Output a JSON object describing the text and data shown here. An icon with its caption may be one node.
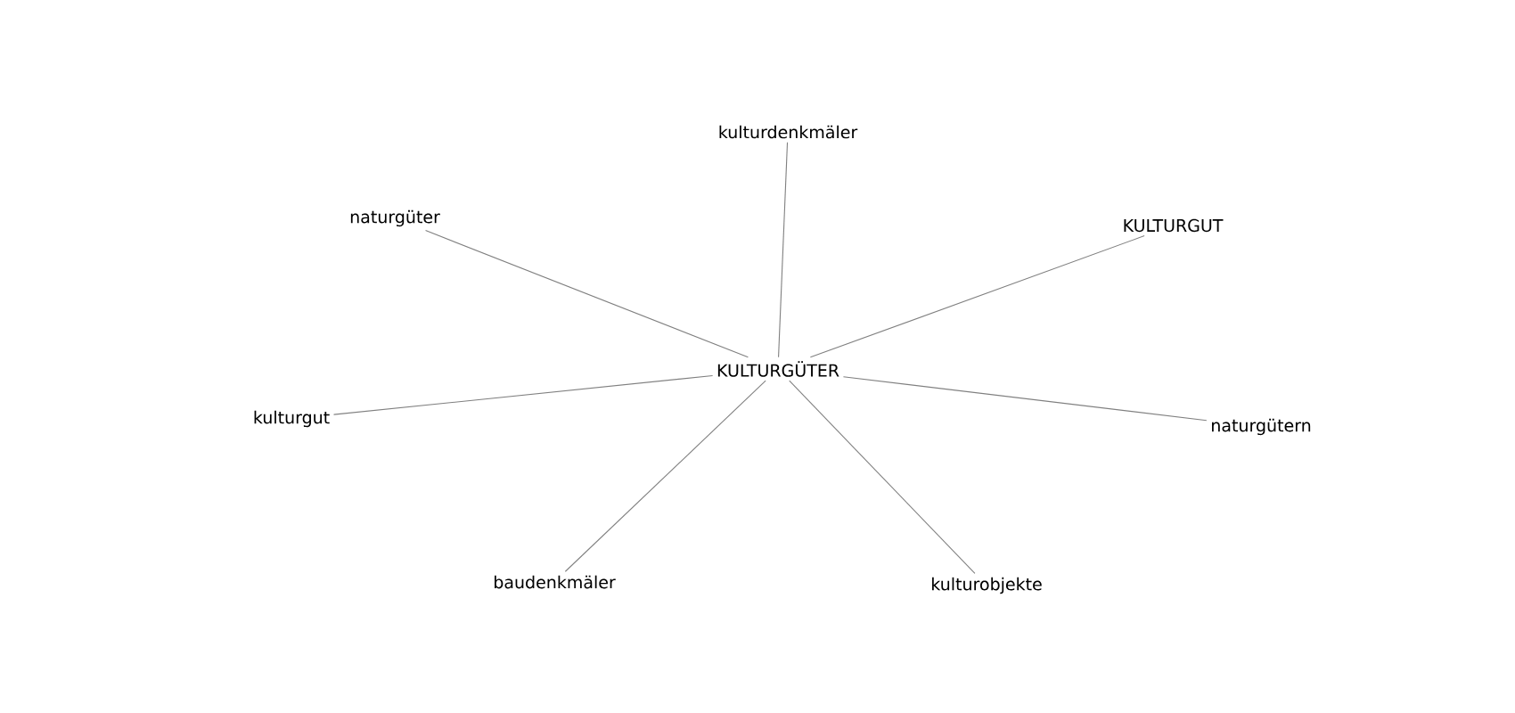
{
  "diagram": {
    "nodes": [
      {
        "text": [
          "kulturdenkmäler"
        ]
      },
      {
        "text": [
          "naturgüter"
        ]
      },
      {
        "text": [
          "KULTURGUT"
        ]
      },
      {
        "text": [
          "KULTURGÜTER"
        ]
      },
      {
        "text": [
          "kulturgut"
        ]
      },
      {
        "text": [
          "naturgütern"
        ]
      },
      {
        "text": [
          "baudenkmäler"
        ]
      },
      {
        "text": [
          "kulturobjekte"
        ]
      }
    ],
    "edges": [
      {
        "from": 3,
        "to": 0,
        "arrow": "none"
      },
      {
        "from": 3,
        "to": 1,
        "arrow": "none"
      },
      {
        "from": 3,
        "to": 2,
        "arrow": "none"
      },
      {
        "from": 3,
        "to": 4,
        "arrow": "none"
      },
      {
        "from": 3,
        "to": 5,
        "arrow": "none"
      },
      {
        "from": 3,
        "to": 6,
        "arrow": "none"
      },
      {
        "from": 3,
        "to": 7,
        "arrow": "none"
      }
    ]
  }
}
